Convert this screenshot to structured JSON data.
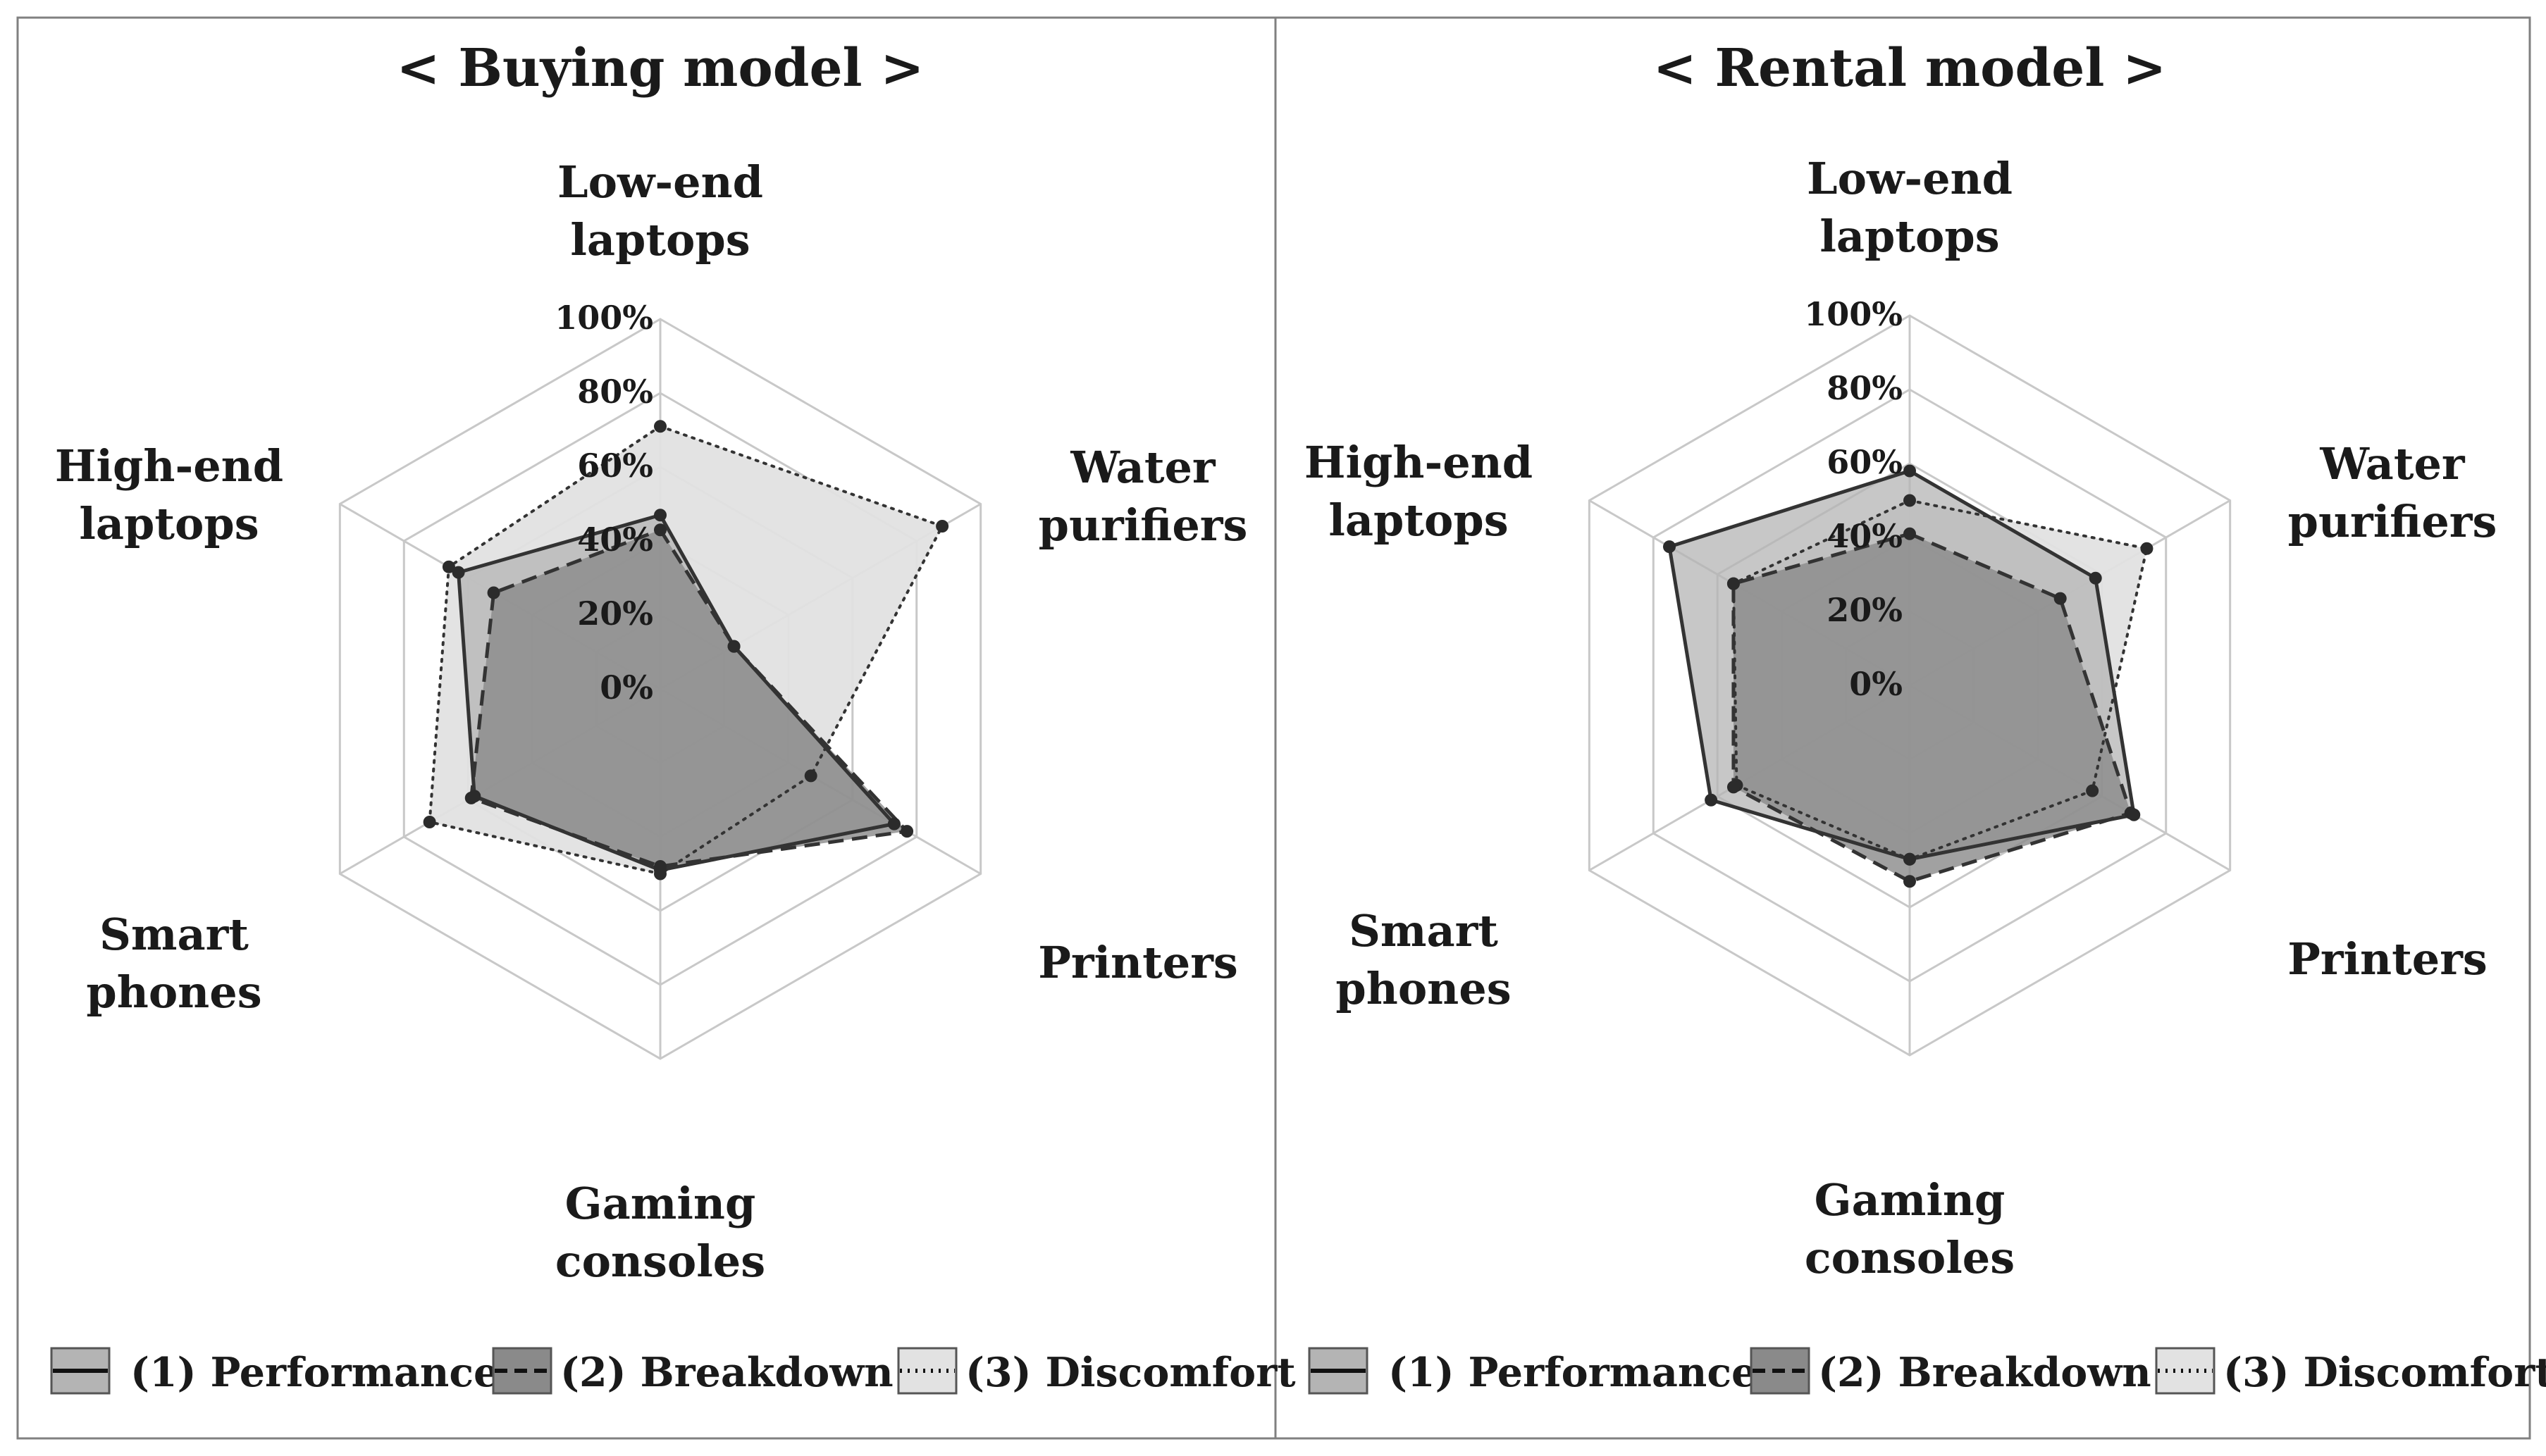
{
  "colors": {
    "grid": "#c8c8c8",
    "frame": "#808080",
    "line": "#333333",
    "performance_fill": "#b4b4b4",
    "breakdown_fill": "#8a8a8a",
    "discomfort_fill": "#e2e2e2",
    "text": "#1a1a1a"
  },
  "chart_data": [
    {
      "type": "radar",
      "title": "< Buying model >",
      "categories": [
        "Low-end\nlaptops",
        "Water\npurifiers",
        "Printers",
        "Gaming\nconsoles",
        "Smart\nphones",
        "High-end\nlaptops"
      ],
      "ticks": [
        "0%",
        "20%",
        "40%",
        "60%",
        "80%",
        "100%"
      ],
      "rlim": [
        0,
        100
      ],
      "grid": true,
      "legend_position": "bottom",
      "series": [
        {
          "name": "(1) Performance",
          "style": "solid",
          "values": [
            47,
            23,
            73,
            49,
            58,
            63
          ]
        },
        {
          "name": "(2) Breakdown",
          "style": "dashed",
          "values": [
            43,
            23,
            77,
            48,
            59,
            52
          ]
        },
        {
          "name": "(3) Discomfort",
          "style": "dotted",
          "values": [
            71,
            88,
            47,
            50,
            72,
            66
          ]
        }
      ]
    },
    {
      "type": "radar",
      "title": "< Rental model >",
      "categories": [
        "Low-end\nlaptops",
        "Water\npurifiers",
        "Printers",
        "Gaming\nconsoles",
        "Smart\nphones",
        "High-end\nlaptops"
      ],
      "ticks": [
        "0%",
        "20%",
        "40%",
        "60%",
        "80%",
        "100%"
      ],
      "rlim": [
        0,
        100
      ],
      "grid": true,
      "legend_position": "bottom",
      "series": [
        {
          "name": "(1) Performance",
          "style": "solid",
          "values": [
            58,
            58,
            70,
            47,
            62,
            75
          ]
        },
        {
          "name": "(2) Breakdown",
          "style": "dashed",
          "values": [
            41,
            47,
            69,
            53,
            55,
            55
          ]
        },
        {
          "name": "(3) Discomfort",
          "style": "dotted",
          "values": [
            50,
            74,
            57,
            47,
            54,
            55
          ]
        }
      ]
    }
  ]
}
